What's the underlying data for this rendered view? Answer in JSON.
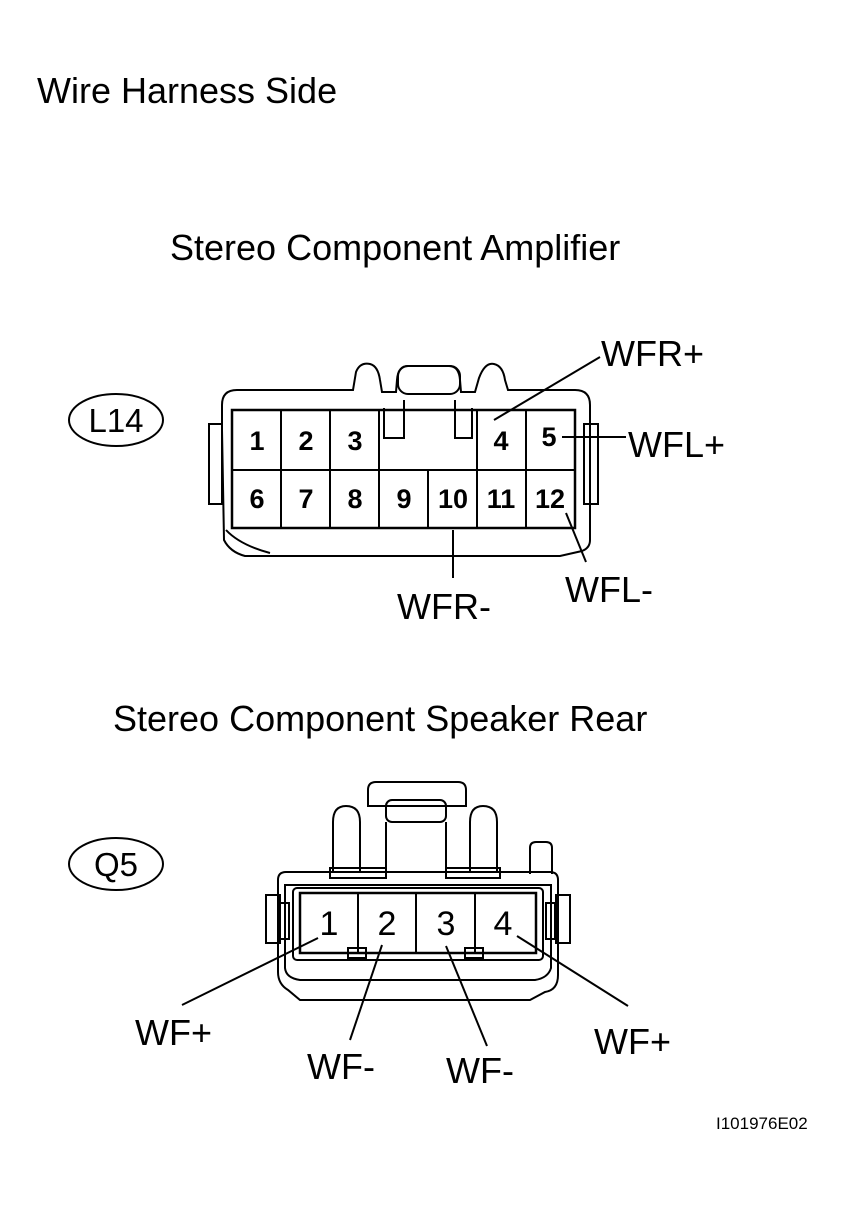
{
  "title": "Wire Harness Side",
  "figure_code": "I101976E02",
  "amplifier": {
    "title": "Stereo Component Amplifier",
    "connector_id": "L14",
    "pins_top": [
      "1",
      "2",
      "3",
      "4",
      "5"
    ],
    "pins_bottom": [
      "6",
      "7",
      "8",
      "9",
      "10",
      "11",
      "12"
    ],
    "labels": {
      "pin4": "WFR+",
      "pin5": "WFL+",
      "pin10": "WFR-",
      "pin12": "WFL-"
    }
  },
  "speaker": {
    "title": "Stereo Component Speaker Rear",
    "connector_id": "Q5",
    "pins": [
      "1",
      "2",
      "3",
      "4"
    ],
    "labels": {
      "pin1": "WF+",
      "pin2": "WF-",
      "pin3": "WF-",
      "pin4": "WF+"
    }
  }
}
